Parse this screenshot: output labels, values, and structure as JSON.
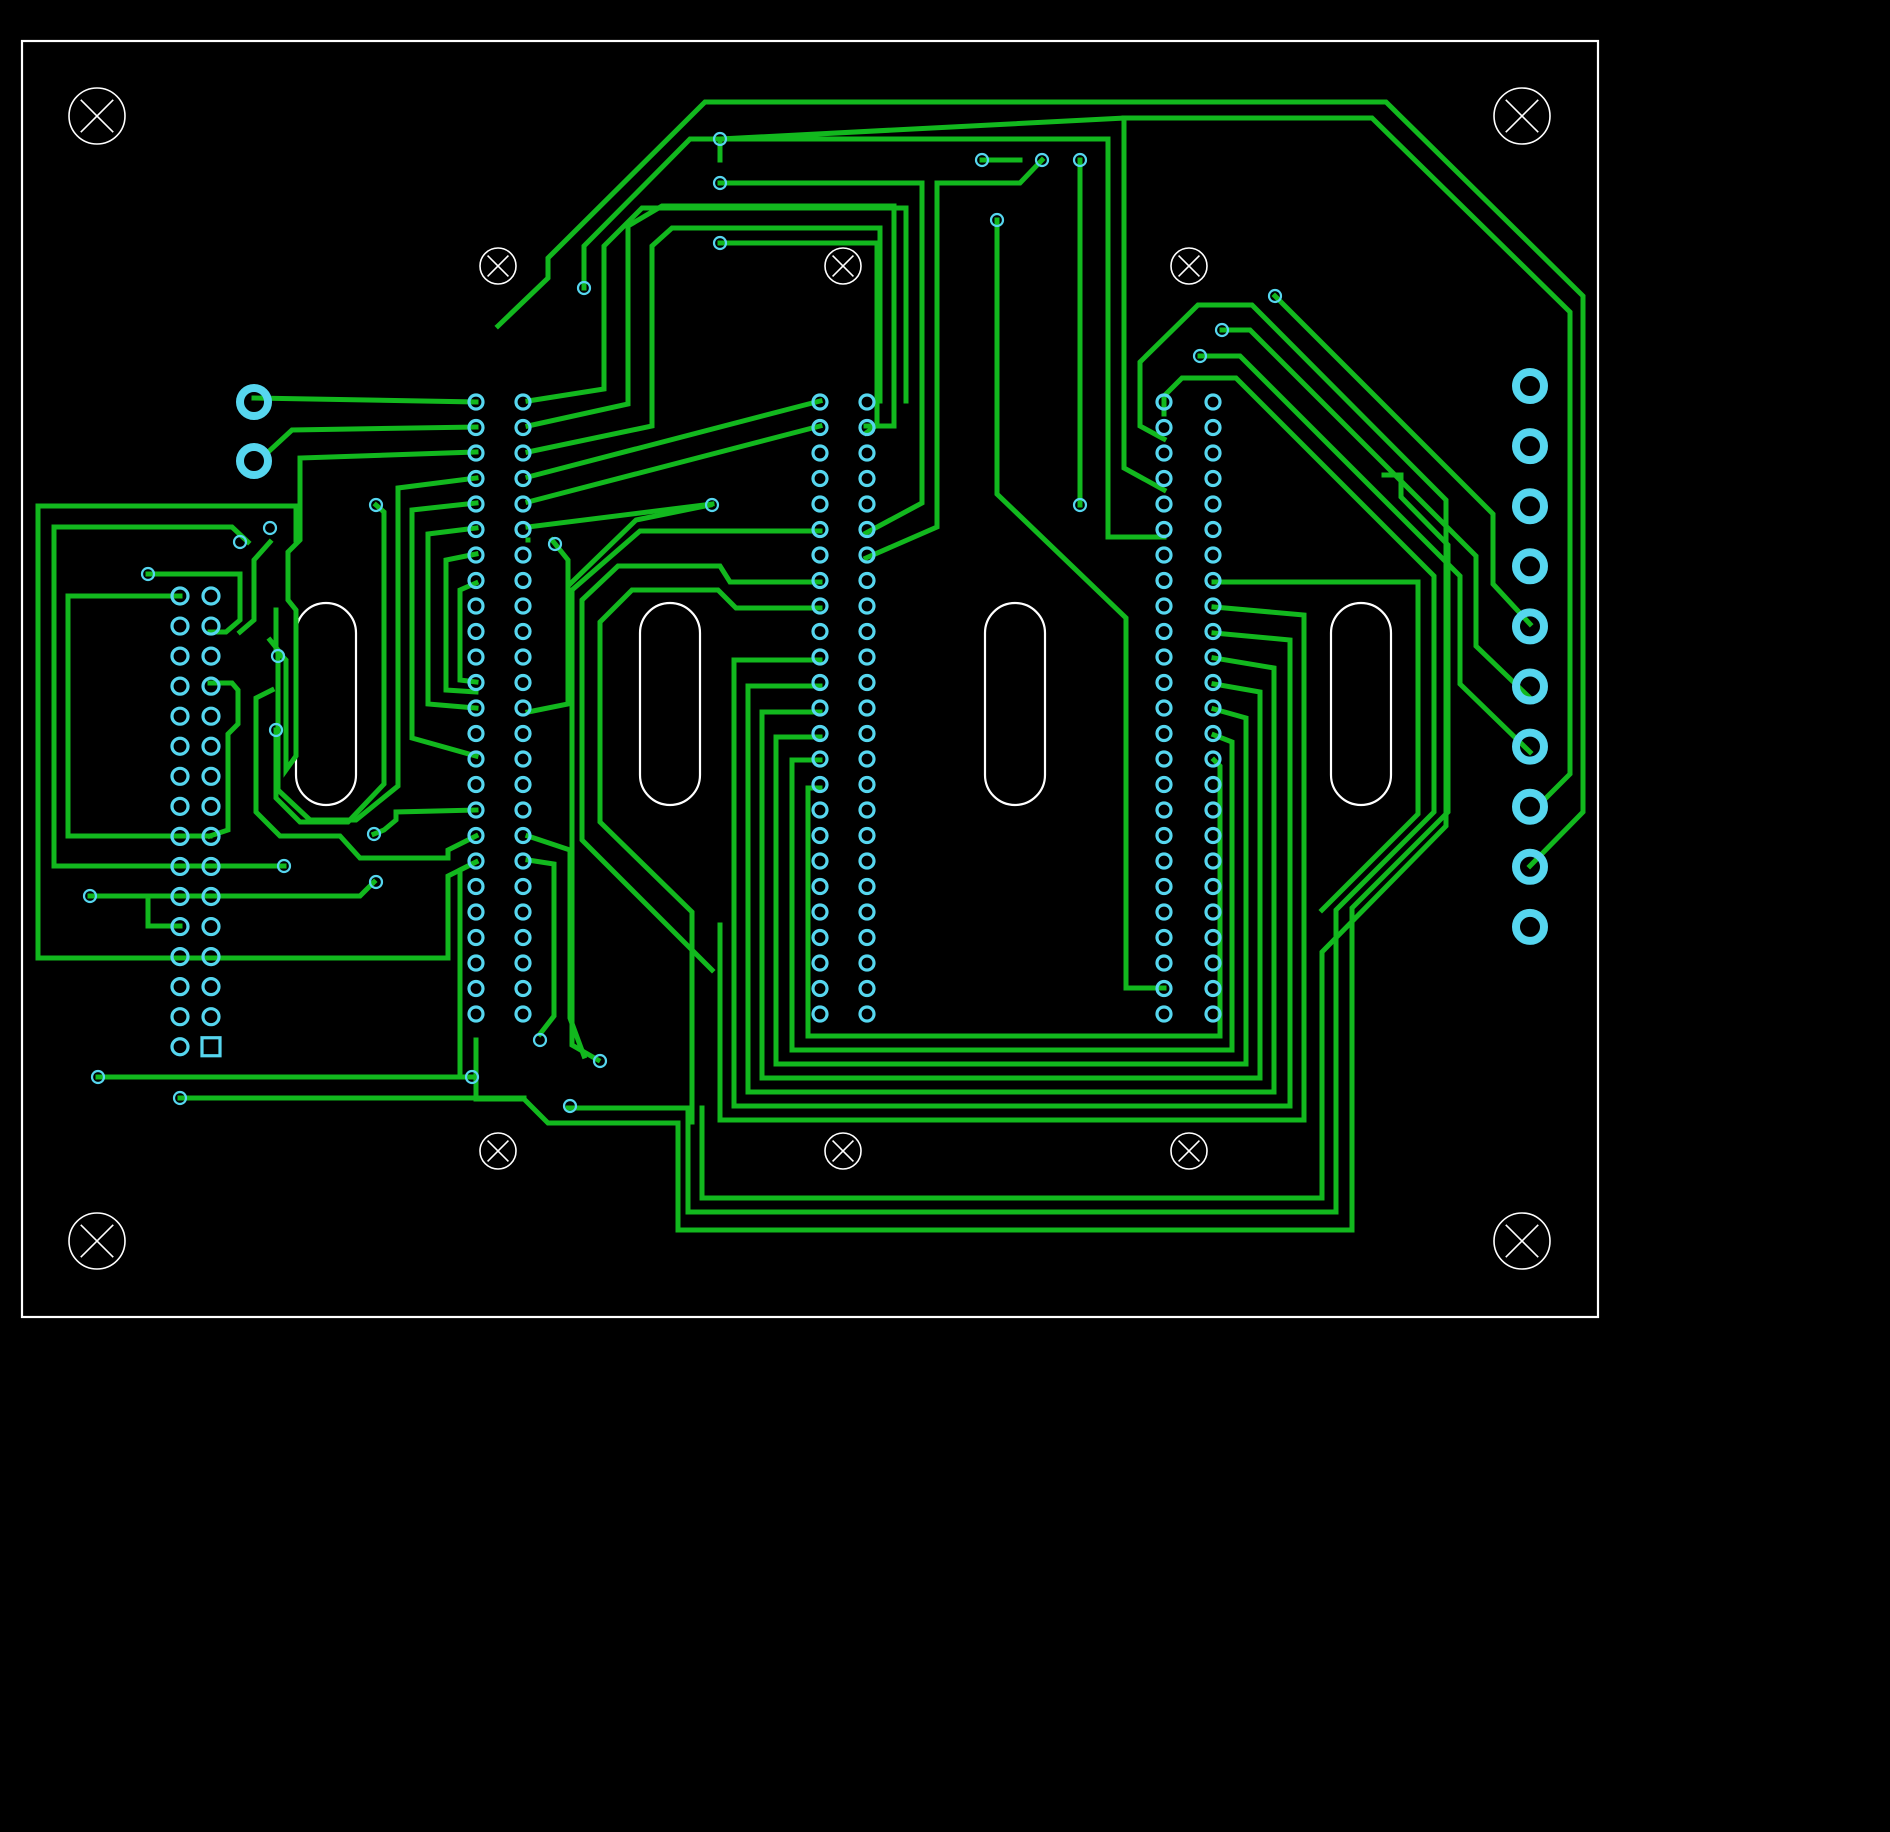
{
  "colors": {
    "background": "#000000",
    "board_outline": "#ffffff",
    "trace": "#12b81e",
    "pad": "#56d6ef",
    "mounting_hole": "#ffffff"
  },
  "layers": [
    "board-outline",
    "copper-traces",
    "pads",
    "vias",
    "mounting-holes",
    "slots"
  ],
  "components": [
    {
      "kind": "pin-header",
      "rows": 16,
      "cols": 2,
      "square_pin": 1
    },
    {
      "kind": "dip-socket",
      "rows": 25,
      "cols": 2
    },
    {
      "kind": "dip-socket",
      "rows": 25,
      "cols": 2
    },
    {
      "kind": "dip-socket",
      "rows": 25,
      "cols": 2
    },
    {
      "kind": "single-row-connector",
      "pins": 10
    },
    {
      "kind": "power-terminal",
      "pins": 2
    },
    {
      "kind": "slot-cutout",
      "count": 4
    },
    {
      "kind": "mounting-hole",
      "count": 10
    }
  ]
}
